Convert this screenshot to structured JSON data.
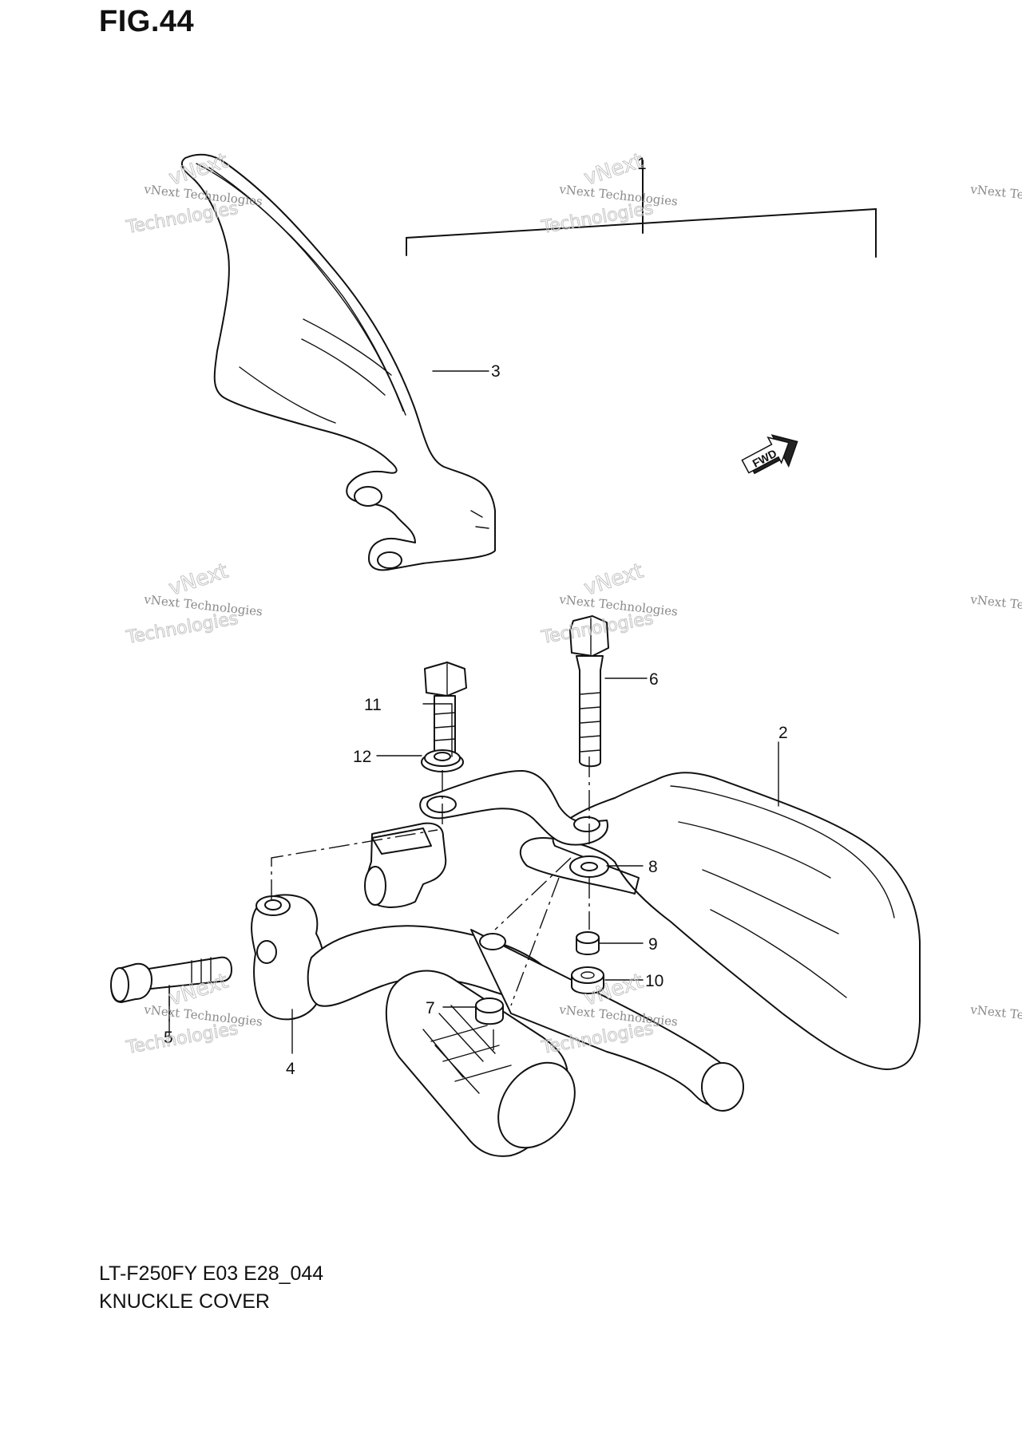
{
  "figure": {
    "title": "FIG.44"
  },
  "caption": {
    "model": "LT-F250FY E03 E28_044",
    "name": "KNUCKLE COVER"
  },
  "callouts": [
    "1",
    "2",
    "3",
    "4",
    "5",
    "6",
    "7",
    "8",
    "9",
    "10",
    "11",
    "12"
  ],
  "fwd_label": "FWD",
  "watermark": {
    "line1": "vNext Technologies",
    "line2": "vNext",
    "line3": "Technologies"
  }
}
